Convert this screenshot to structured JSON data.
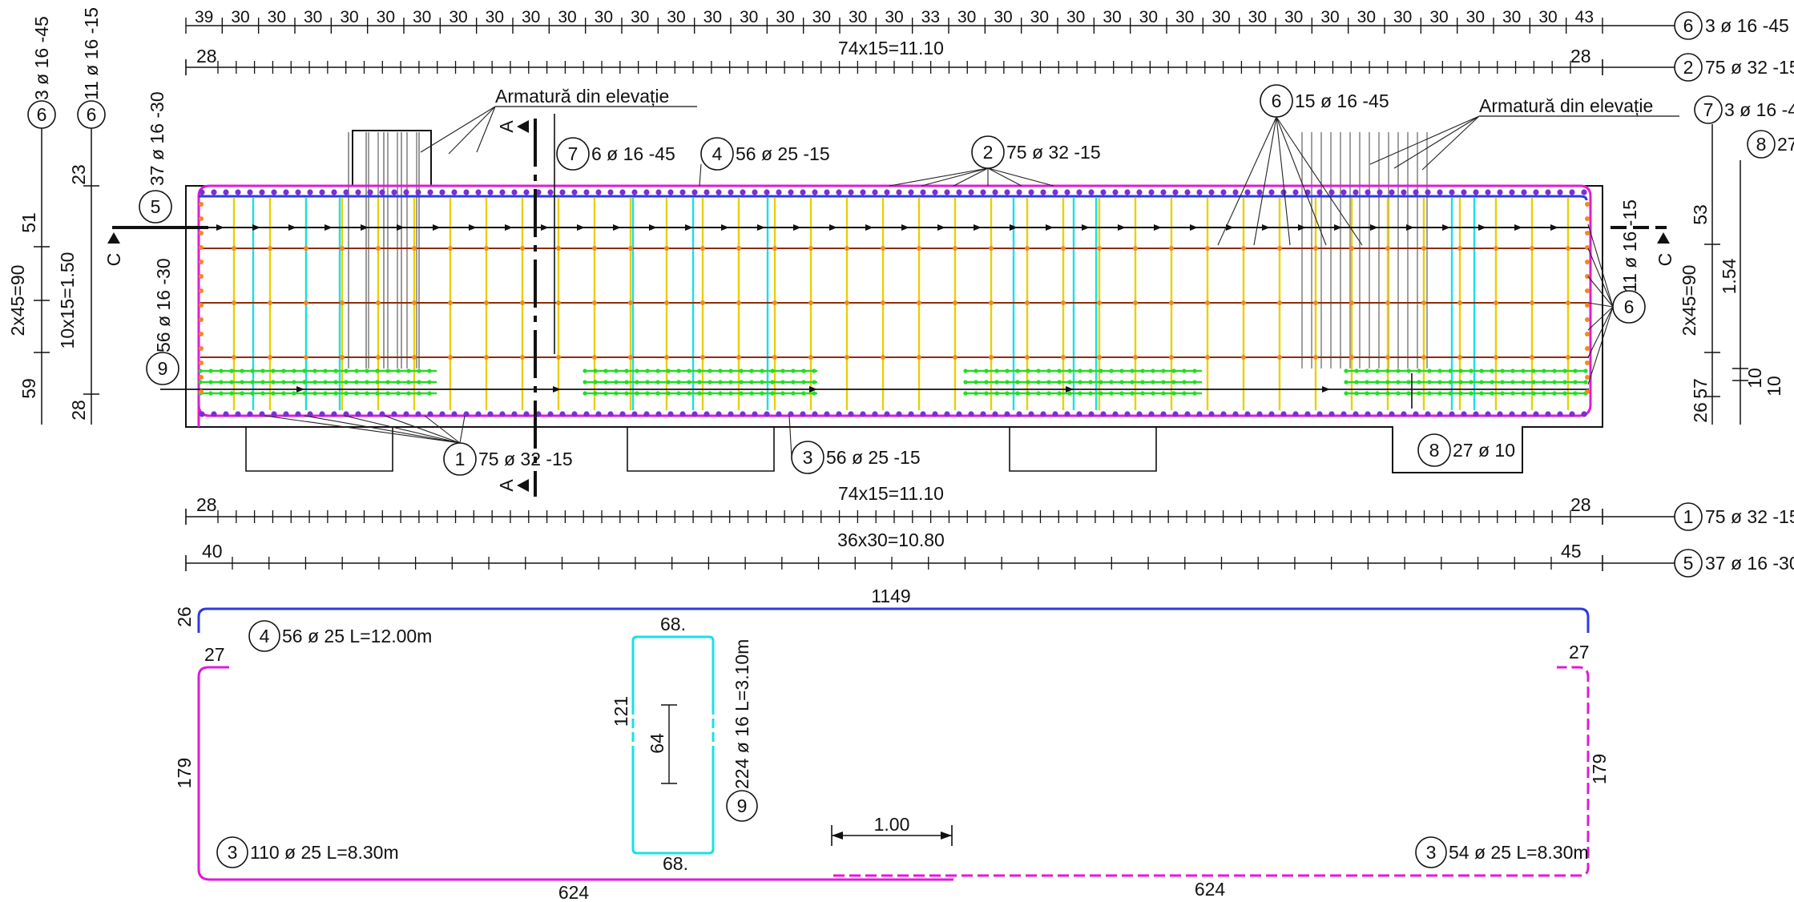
{
  "colors": {
    "blue": "#2e3be0",
    "magenta": "#e01ad8",
    "cyan": "#18e0e8",
    "yellow": "#e8d000",
    "green": "#22dd22",
    "brown": "#8b2d0a",
    "purple": "#7b2fd6",
    "orange": "#f08a20",
    "gray": "#888888"
  },
  "top": {
    "row1": {
      "labels": [
        "39",
        "30",
        "30",
        "30",
        "30",
        "30",
        "30",
        "30",
        "30",
        "30",
        "30",
        "30",
        "30",
        "30",
        "30",
        "30",
        "30",
        "30",
        "30",
        "30",
        "33",
        "30",
        "30",
        "30",
        "30",
        "30",
        "30",
        "30",
        "30",
        "30",
        "30",
        "30",
        "30",
        "30",
        "30",
        "30",
        "30",
        "30",
        "43"
      ],
      "mark": "6",
      "callout": "3 ø 16 -45"
    },
    "row2": {
      "left": "28",
      "center": "74x15=11.10",
      "right": "28",
      "mark": "2",
      "callout": "75 ø 32 -15"
    }
  },
  "left_dims": {
    "col1": {
      "mark": "6",
      "callout": "3 ø 16 -45",
      "values": [
        "51",
        "2x45=90",
        "59"
      ]
    },
    "col2": {
      "mark": "6",
      "callout": "11 ø 16 -15",
      "values": [
        "23",
        "10x15=1.50",
        "28"
      ]
    },
    "col3_callout": "37 ø 16 -30"
  },
  "right_dims": {
    "col1": {
      "mark": "7",
      "callout": "3 ø 16 -4",
      "values": [
        "53",
        "2x45=90",
        "57",
        "26"
      ]
    },
    "col2": {
      "mark": "8",
      "callout": "27",
      "values": [
        "1.54",
        "10",
        "10"
      ]
    }
  },
  "section": {
    "a_label": "A",
    "c_label": "C",
    "arm_label_left": "Armatură din elevație",
    "arm_label_right": "Armatură din elevație",
    "callouts": [
      {
        "mark": "5",
        "text": "37 ø 16 -30"
      },
      {
        "mark": "9",
        "text": "56 ø 16 -30"
      },
      {
        "mark": "7",
        "text": "6 ø 16 -45"
      },
      {
        "mark": "4",
        "text": "56 ø 25 -15"
      },
      {
        "mark": "2",
        "text": "75 ø 32 -15"
      },
      {
        "mark": "6",
        "text": "15 ø 16 -45"
      },
      {
        "mark": "6",
        "text": "11 ø 16 -15"
      },
      {
        "mark": "1",
        "text": "75 ø 32 -15"
      },
      {
        "mark": "3",
        "text": "56 ø 25 -15"
      },
      {
        "mark": "8",
        "text": "27 ø 10"
      }
    ]
  },
  "bottom_dims": {
    "row1": {
      "left": "28",
      "center": "74x15=11.10",
      "right": "28",
      "mark": "1",
      "callout": "75 ø 32 -15"
    },
    "row2": {
      "left": "40",
      "center": "36x30=10.80",
      "right": "45",
      "mark": "5",
      "callout": "37 ø 16 -30"
    }
  },
  "bars": {
    "bar4": {
      "top_len": "1149",
      "hook": "26",
      "mark": "4",
      "label": "56 ø 25 L=12.00m"
    },
    "bar3": {
      "left_hook": "27",
      "right_hook": "27",
      "left_height": "179",
      "right_height": "179",
      "left_len": "624",
      "right_len": "624",
      "mark_left": "3",
      "label_left": "110 ø 25 L=8.30m",
      "mark_right": "3",
      "label_right": "54 ø 25 L=8.30m"
    },
    "bar9": {
      "top": "68.",
      "bottom": "68.",
      "height": "121",
      "inner": "64",
      "mark": "9",
      "label": "224 ø 16 L=3.10m"
    },
    "scale": "1.00"
  }
}
